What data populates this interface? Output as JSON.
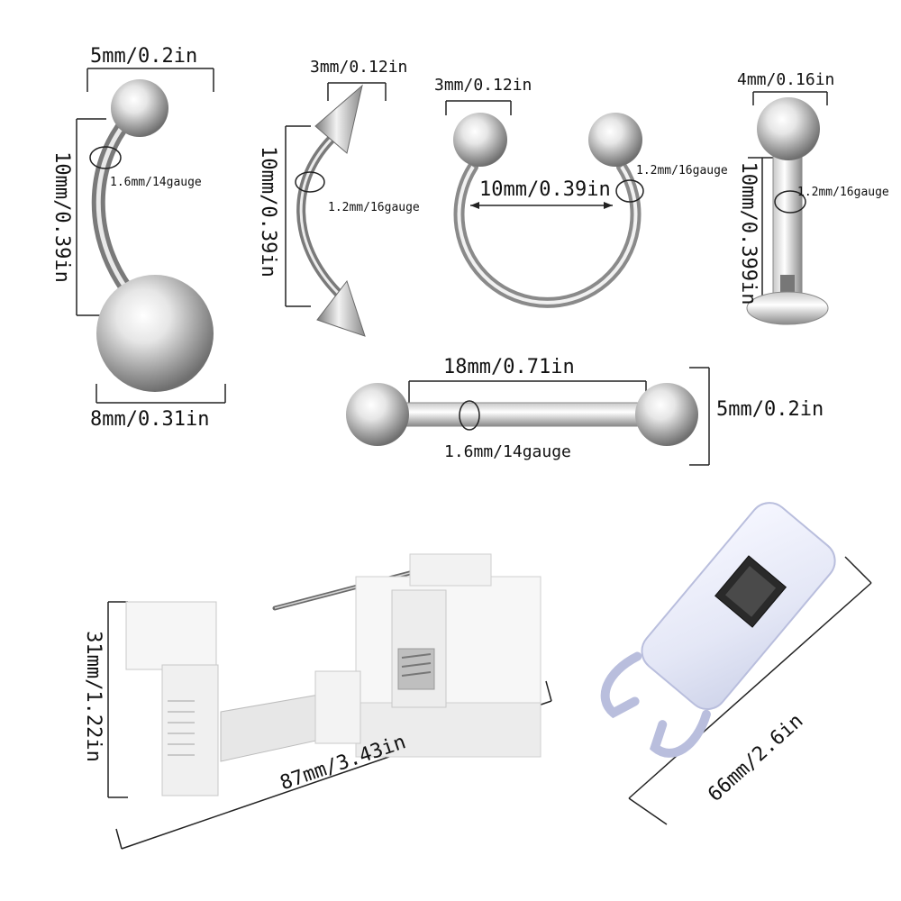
{
  "products": {
    "belly_ring": {
      "ball_width": "5mm/0.2in",
      "length": "10mm/0.39in",
      "gauge": "1.6mm/14gauge",
      "bottom_ball": "8mm/0.31in"
    },
    "spike_curved_barbell": {
      "spike_width": "3mm/0.12in",
      "length": "10mm/0.39in",
      "gauge": "1.2mm/16gauge"
    },
    "horseshoe_ring": {
      "ball_width": "3mm/0.12in",
      "diameter": "10mm/0.39in",
      "gauge": "1.2mm/16gauge"
    },
    "labret_stud": {
      "ball_width": "4mm/0.16in",
      "length": "10mm/0.399in",
      "gauge": "1.2mm/16gauge"
    },
    "straight_barbell": {
      "length": "18mm/0.71in",
      "ball_height": "5mm/0.2in",
      "gauge": "1.6mm/14gauge"
    },
    "piercing_gun": {
      "height": "31mm/1.22in",
      "length": "87mm/3.43in"
    },
    "clip_holder": {
      "length": "66mm/2.6in"
    }
  },
  "colors": {
    "steel_light": "#f4f4f4",
    "steel_dark": "#8e8e8e",
    "dimension_line": "#222222",
    "gun_white": "#f7f7f7",
    "gun_shade": "#d8d8d8",
    "clip_clear": "#eef0fb"
  }
}
